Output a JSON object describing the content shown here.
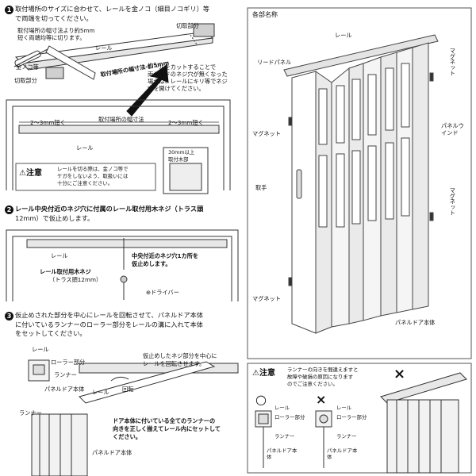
{
  "step1": {
    "number": "1",
    "text_line1": "取付場所のサイズに合わせて、レールを金ノコ（細目ノコギリ）等",
    "text_line2": "で両端を切ってください。",
    "note1": "取付場所の幅寸法より約5mm",
    "note2": "短く両端均等に切ります。",
    "label_cut_top": "切取部分",
    "label_rail_top": "レール",
    "label_saw": "金ノコ等",
    "label_cut_left": "切取部分",
    "label_width_minus": "取付場所の幅寸法-約5mm",
    "hole_note1": "レールをカットすることで",
    "hole_note2": "両サイドのネジ穴が無くなった",
    "hole_note3": "場合は、レールにキリ等でネジ",
    "hole_note4": "穴を開けてください。",
    "dim_left": "2～3mm短く",
    "dim_center": "取付場所の幅寸法",
    "dim_right": "2～3mm短く",
    "label_rail_frame": "レール",
    "label_30mm": "30mm以上",
    "label_frame_wood": "取付木部"
  },
  "caution1": {
    "title": "注意",
    "line1": "レールを切る際は、金ノコ等で",
    "line2": "ケガをしないよう、取扱いには",
    "line3": "十分にご注意ください。"
  },
  "step2": {
    "number": "2",
    "text_line1": "レール中央付近のネジ穴に付属のレール取付用木ネジ（トラス頭",
    "text_line2": "12mm）で仮止めします。",
    "label_rail": "レール",
    "center_note1": "中央付近のネジ穴1カ所を",
    "center_note2": "仮止めします。",
    "screw_label": "レール取付用木ネジ",
    "screw_sub": "（トラス頭12mm）",
    "driver_label": "⊕ドライバー"
  },
  "step3": {
    "number": "3",
    "text_line1": "仮止めされた部分を中心にレールを回転させて、パネルドア本体",
    "text_line2": "に付いているランナーのローラー部分をレールの溝に入れて本体",
    "text_line3": "をセットしてください。",
    "label_rail": "レール",
    "label_roller": "ローラー部分",
    "label_runner": "ランナー",
    "label_panel": "パネルドア本体",
    "rotate_note1": "仮止めしたネジ部分を中心に",
    "rotate_note2": "レールを回転させます。",
    "label_rail2": "レール",
    "label_rotate": "回転",
    "label_runner2": "ランナー",
    "set_note1": "ドア本体に付いている全てのランナーの",
    "set_note2": "向きを正しく揃えてレール内にセットして",
    "set_note3": "ください。",
    "label_panel2": "パネルドア本体"
  },
  "parts": {
    "title": "各部名称",
    "rail": "レール",
    "lead_panel": "リードパネル",
    "magnet_right_top": "マグネット",
    "magnet_left_top": "マグネット",
    "panel_window": "パネルウインド",
    "handle": "取手",
    "magnet_right_bottom": "マグネット",
    "magnet_left_bottom": "マグネット",
    "door_body": "パネルドア本体"
  },
  "caution2": {
    "title": "注意",
    "line1": "ランナーの向きを間違えますと",
    "line2": "故障や破損の原因になります",
    "line3": "のでご注意ください。",
    "ok_mark": "○",
    "ng_mark": "×",
    "ng_mark2": "×",
    "ok_rail": "レール",
    "ok_roller": "ローラー部分",
    "ok_runner": "ランナー",
    "ok_panel": "パネルドア本体",
    "ng_rail": "レール",
    "ng_roller": "ローラー部分",
    "ng_runner": "ランナー",
    "ng_panel": "パネルドア本体"
  }
}
